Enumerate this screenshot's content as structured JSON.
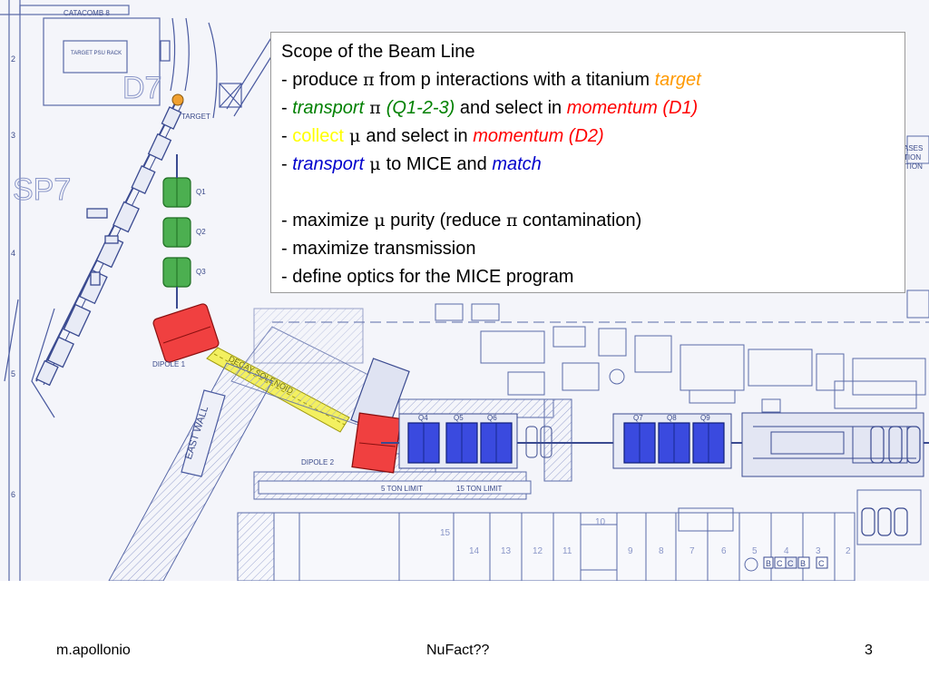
{
  "plan": {
    "room_label": "CATACOMB 8",
    "rack_label": "TARGET PSU RACK",
    "d7": "D7",
    "sp7": "SP7",
    "target": "TARGET",
    "quads_upstream": [
      "Q1",
      "Q2",
      "Q3"
    ],
    "dipole1": "DIPOLE 1",
    "dipole2": "DIPOLE 2",
    "decay_solenoid": "DECAY SOLENOID",
    "east_wall": "EAST WALL",
    "quads_downstream": [
      "Q4",
      "Q5",
      "Q6",
      "Q7",
      "Q8",
      "Q9"
    ],
    "ton_limit_1": "5 TON LIMIT",
    "ton_limit_2": "15 TON LIMIT",
    "row_numbers": [
      "2",
      "3",
      "4",
      "5",
      "6"
    ],
    "trench_numbers": [
      "15",
      "14",
      "13",
      "12",
      "11",
      "10",
      "9",
      "8",
      "7",
      "6",
      "5",
      "4",
      "3",
      "2"
    ],
    "side_text": [
      "ASES",
      "TION",
      "CTION"
    ],
    "c_labels": [
      "B",
      "C",
      "C",
      "B",
      "C"
    ]
  },
  "textbox": {
    "title": "Scope of the Beam Line",
    "l1": {
      "a": "- produce ",
      "pi": "π",
      "b": " from p interactions with a titanium ",
      "c": "target"
    },
    "l2": {
      "a": "- ",
      "b": "transport",
      "pi": " π ",
      "c": "(Q1-2-3)",
      "d": " and select in ",
      "e": "momentum (D1)"
    },
    "l3": {
      "a": "- ",
      "b": "collect",
      "mu": " μ ",
      "c": "and select in ",
      "d": "momentum (D2)"
    },
    "l4": {
      "a": "- ",
      "b": "transport",
      "mu": " μ ",
      "c": "to MICE and ",
      "d": "match"
    },
    "b1": {
      "a": "- maximize ",
      "mu": "μ",
      "b": " purity (reduce ",
      "pi": "π",
      "c": " contamination)"
    },
    "b2": "- maximize transmission",
    "b3": "- define optics for the MICE program"
  },
  "footer": {
    "author": "m.apollonio",
    "event": "NuFact??",
    "page": "3"
  }
}
